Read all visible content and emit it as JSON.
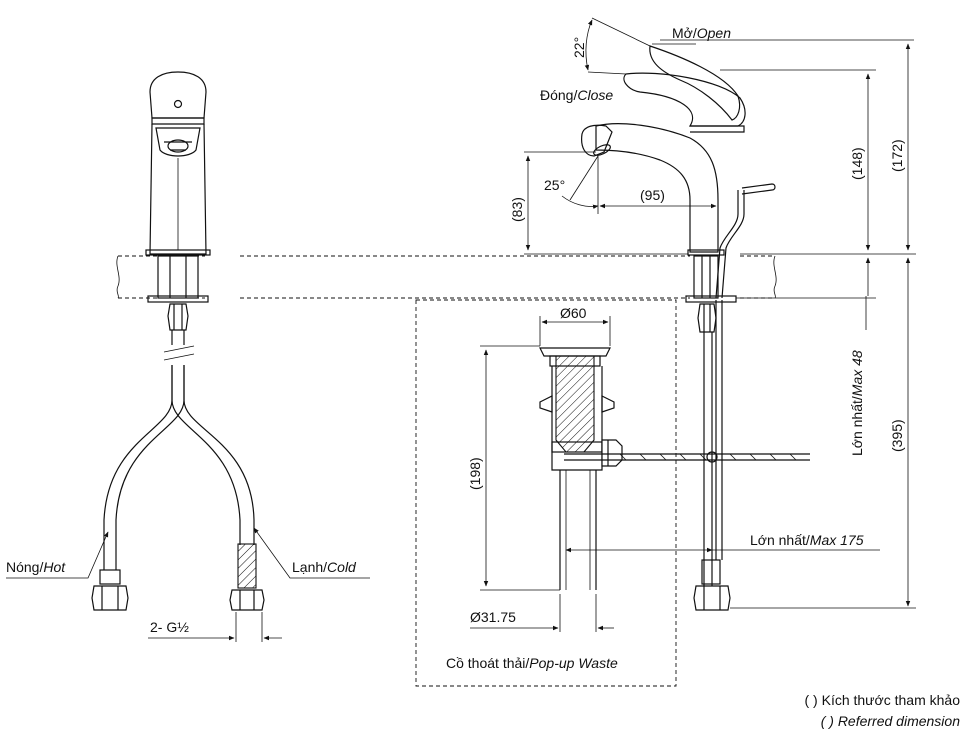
{
  "labels": {
    "open_vi": "Mở/",
    "open_en": "Open",
    "close_vi": "Đóng/",
    "close_en": "Close",
    "angle_open": "22°",
    "angle_spout": "25°",
    "spout_reach": "(95)",
    "spout_height": "(83)",
    "handle_height": "(148)",
    "total_height": "(172)",
    "max48_vi": "Lớn nhất/",
    "max48_en": "Max 48",
    "below_deck": "(395)",
    "max175_vi": "Lớn nhất/",
    "max175_en": "Max 175",
    "waste_dia": "Ø60",
    "waste_len": "(198)",
    "waste_pipe": "Ø31.75",
    "waste_vi": "Cồ thoát thải/",
    "waste_en": "Pop-up Waste",
    "hot_vi": "Nóng/",
    "hot_en": "Hot",
    "cold_vi": "Lạnh/",
    "cold_en": "Cold",
    "thread": "2- G½"
  },
  "notes": {
    "ref_vi": "( ) Kích thước tham khảo",
    "ref_en": "( ) Referred dimension"
  }
}
